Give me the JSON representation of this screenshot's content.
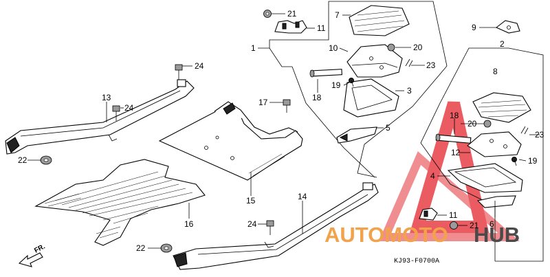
{
  "diagram_code": "KJ93-F0700A",
  "direction_label": "FR.",
  "watermark": {
    "left": "AUTOMOTO",
    "right": "HUB",
    "accent_color": "#f2a24a",
    "dark_color": "#4a4a4a",
    "logo_color": "#e3262e"
  },
  "callouts": {
    "c1": "1",
    "c2": "2",
    "c3": "3",
    "c4": "4",
    "c5": "5",
    "c6": "6",
    "c7": "7",
    "c8": "8",
    "c9": "9",
    "c10": "10",
    "c11a": "11",
    "c11b": "11",
    "c12": "12",
    "c13": "13",
    "c14": "14",
    "c15": "15",
    "c16": "16",
    "c17": "17",
    "c18a": "18",
    "c18b": "18",
    "c19a": "19",
    "c19b": "19",
    "c20a": "20",
    "c20b": "20",
    "c21a": "21",
    "c21b": "21",
    "c22a": "22",
    "c22b": "22",
    "c23a": "23",
    "c23b": "23",
    "c24a": "24",
    "c24b": "24",
    "c24c": "24"
  }
}
